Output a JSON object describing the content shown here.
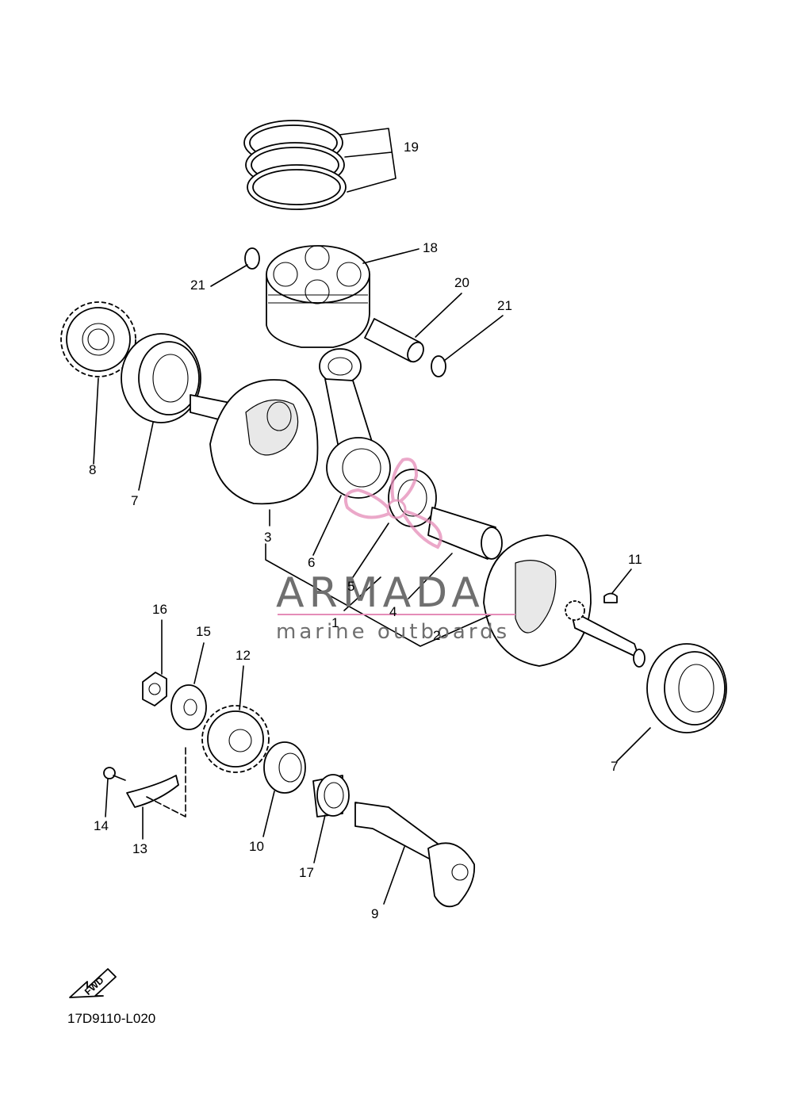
{
  "diagram": {
    "callouts": {
      "c1": "1",
      "c2": "2",
      "c3": "3",
      "c4": "4",
      "c5": "5",
      "c6": "6",
      "c7a": "7",
      "c7b": "7",
      "c8": "8",
      "c9": "9",
      "c10": "10",
      "c11": "11",
      "c12": "12",
      "c13": "13",
      "c14": "14",
      "c15": "15",
      "c16": "16",
      "c17": "17",
      "c18": "18",
      "c19": "19",
      "c20": "20",
      "c21a": "21",
      "c21b": "21"
    },
    "part_code": "17D9110-L020",
    "fwd_label": "FWD"
  },
  "watermark": {
    "title": "ARMADA",
    "subtitle": "marine outboards",
    "accent_color": "#e58cb8",
    "text_color": "#6f6f6f"
  }
}
